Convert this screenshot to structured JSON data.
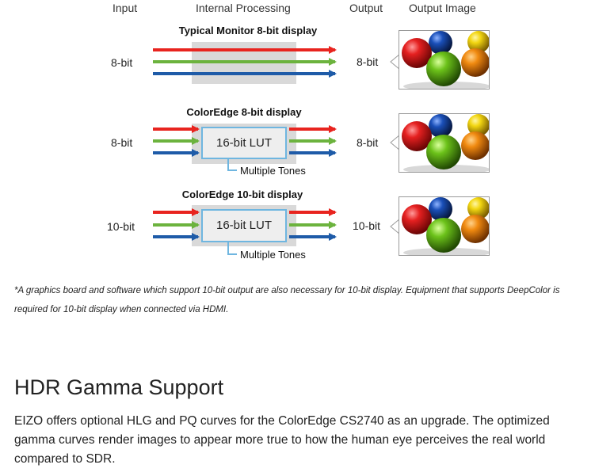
{
  "headers": {
    "input": "Input",
    "processing": "Internal Processing",
    "output": "Output",
    "output_image": "Output Image"
  },
  "rows": [
    {
      "title": "Typical Monitor 8-bit display",
      "input_bit": "8-bit",
      "output_bit": "8-bit",
      "lut": "",
      "tones": ""
    },
    {
      "title": "ColorEdge 8-bit display",
      "input_bit": "8-bit",
      "output_bit": "8-bit",
      "lut": "16-bit LUT",
      "tones": "Multiple Tones"
    },
    {
      "title": "ColorEdge 10-bit display",
      "input_bit": "10-bit",
      "output_bit": "10-bit",
      "lut": "16-bit LUT",
      "tones": "Multiple Tones"
    }
  ],
  "colors": {
    "red": "#e8241f",
    "green": "#6cb33e",
    "blue": "#1e5ba8",
    "lut_border": "#6fb6e0",
    "processing_bg": "#d9d9d9"
  },
  "footnote": "*A graphics board and software which support 10-bit output are also necessary for 10-bit display. Equipment that supports DeepColor is required for 10-bit display when connected via HDMI.",
  "section": {
    "title": "HDR Gamma Support",
    "body": "EIZO offers optional HLG and PQ curves for the ColorEdge CS2740 as an upgrade. The optimized gamma curves render images to appear more true to how the human eye perceives the real world compared to SDR."
  }
}
